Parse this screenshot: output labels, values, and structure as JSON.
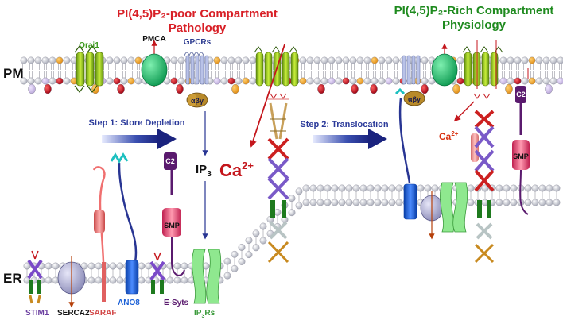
{
  "titles": {
    "poor_line1": "PI(4,5)P₂-poor Compartment",
    "poor_line2": "Pathology",
    "rich_line1": "PI(4,5)P₂-Rich Compartment",
    "rich_line2": "Physiology"
  },
  "membranes": {
    "pm": "PM",
    "er": "ER"
  },
  "steps": {
    "step1": "Step 1: Store Depletion",
    "step2": "Step 2: Translocation"
  },
  "labels": {
    "orai1": "Orai1",
    "pmca": "PMCA",
    "gpcrs": "GPCRs",
    "gbg": "αβγ",
    "gbg_right": "αβγ",
    "ip3": "IP",
    "ip3_sub": "3",
    "ca_big": "Ca",
    "ca_big_sup": "2+",
    "ca_small": "Ca",
    "ca_small_sup": "2+",
    "c2_left": "C2",
    "c2_right": "C2",
    "smp_left": "SMP",
    "smp_right": "SMP",
    "stim1": "STIM1",
    "serca2": "SERCA2",
    "saraf": "SARAF",
    "ano8": "ANO8",
    "esyts": "E-Syts",
    "ip3rs": "IP",
    "ip3rs_sub": "3",
    "ip3rs_tail": "Rs"
  },
  "colors": {
    "title_red": "#d81f26",
    "title_green": "#1e8a1e",
    "arrow_blue": "#283593",
    "lipid_head": "#c9ccd6",
    "ano8_blue": "#1a5fd6",
    "orai_green": "#9ccc2b",
    "pmca_green": "#1fbf6e",
    "ip3r_green": "#8fe88f",
    "esyt_purple": "#5a1a6e",
    "saraf_pink": "#f07070",
    "stim_purple": "#6b3fa0",
    "ca_red": "#c4161c"
  }
}
